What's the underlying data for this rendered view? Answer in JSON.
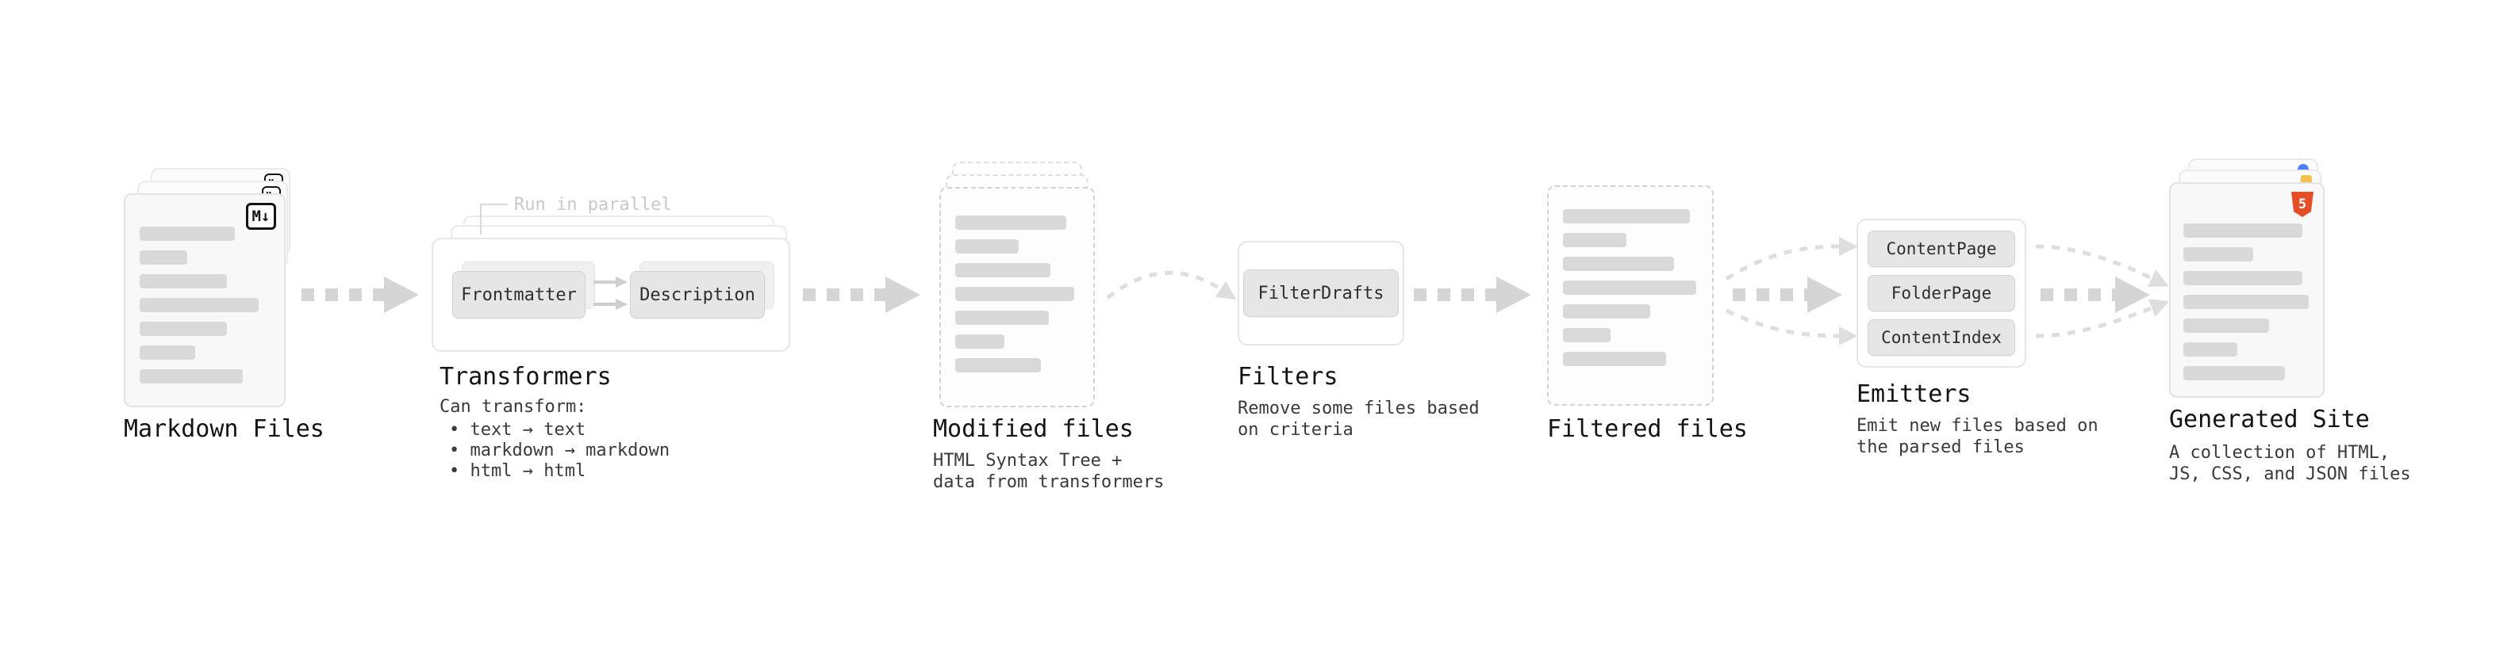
{
  "diagram": {
    "markdown_files": {
      "label": "Markdown Files",
      "badge": "M↓"
    },
    "transformers": {
      "label": "Transformers",
      "annotation": "Run in parallel",
      "buttons": [
        "Frontmatter",
        "Description"
      ],
      "can_transform": "Can transform:",
      "bullets": [
        "• text → text",
        "• markdown → markdown",
        "• html → html"
      ]
    },
    "modified_files": {
      "label": "Modified files",
      "description": "HTML Syntax Tree +\ndata from transformers"
    },
    "filters": {
      "label": "Filters",
      "button": "FilterDrafts",
      "description": "Remove some files based\non criteria"
    },
    "filtered_files": {
      "label": "Filtered files"
    },
    "emitters": {
      "label": "Emitters",
      "buttons": [
        "ContentPage",
        "FolderPage",
        "ContentIndex"
      ],
      "description": "Emit new files based on\nthe parsed files"
    },
    "generated_site": {
      "label": "Generated Site",
      "html5_badge": "5",
      "description": "A collection of HTML,\nJS, CSS, and JSON files"
    }
  },
  "colors": {
    "background": "#ffffff",
    "card_bg": "#f8f8f8",
    "card_border": "#e3e3e3",
    "text_bar": "#d9d9d9",
    "arrow_thick": "#d5d5d5",
    "arrow_light": "#dedede",
    "label_text": "#141414",
    "body_text": "#3a3a3a",
    "annotation_text": "#c9c9c9",
    "chip_bg": "#e6e6e6",
    "html5_orange": "#e44d26",
    "js_yellow": "#f2c24b",
    "dot_blue": "#4a7dfc"
  }
}
